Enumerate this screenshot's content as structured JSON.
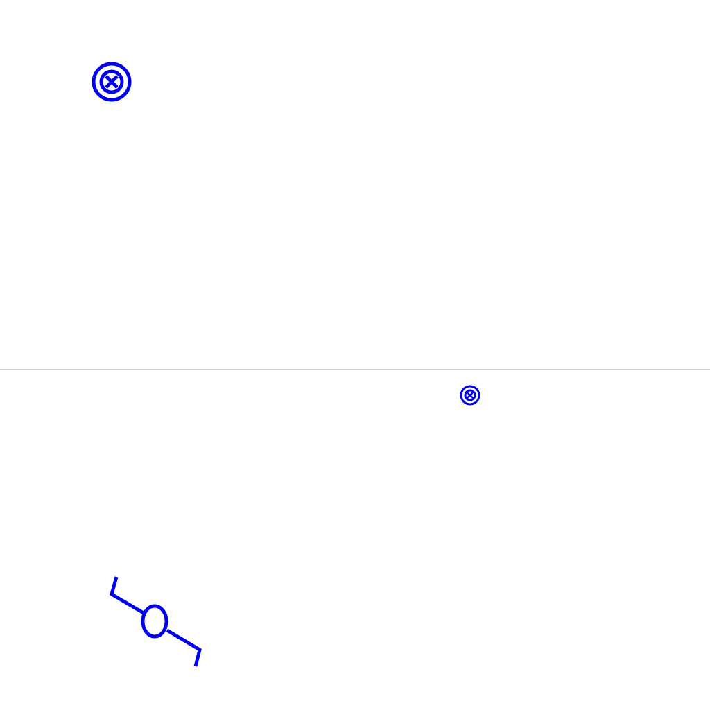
{
  "symbols": [
    {
      "icon": "light-source-icon",
      "kind": "light-source"
    },
    {
      "icon": "light-source-icon",
      "kind": "light-source"
    },
    {
      "icon": "resistor-switch-icon",
      "kind": "in-line-component-with-hooked-leads"
    }
  ],
  "colors": {
    "stroke": "#0000ee",
    "divider": "#aaaaaa",
    "background": "#ffffff"
  }
}
